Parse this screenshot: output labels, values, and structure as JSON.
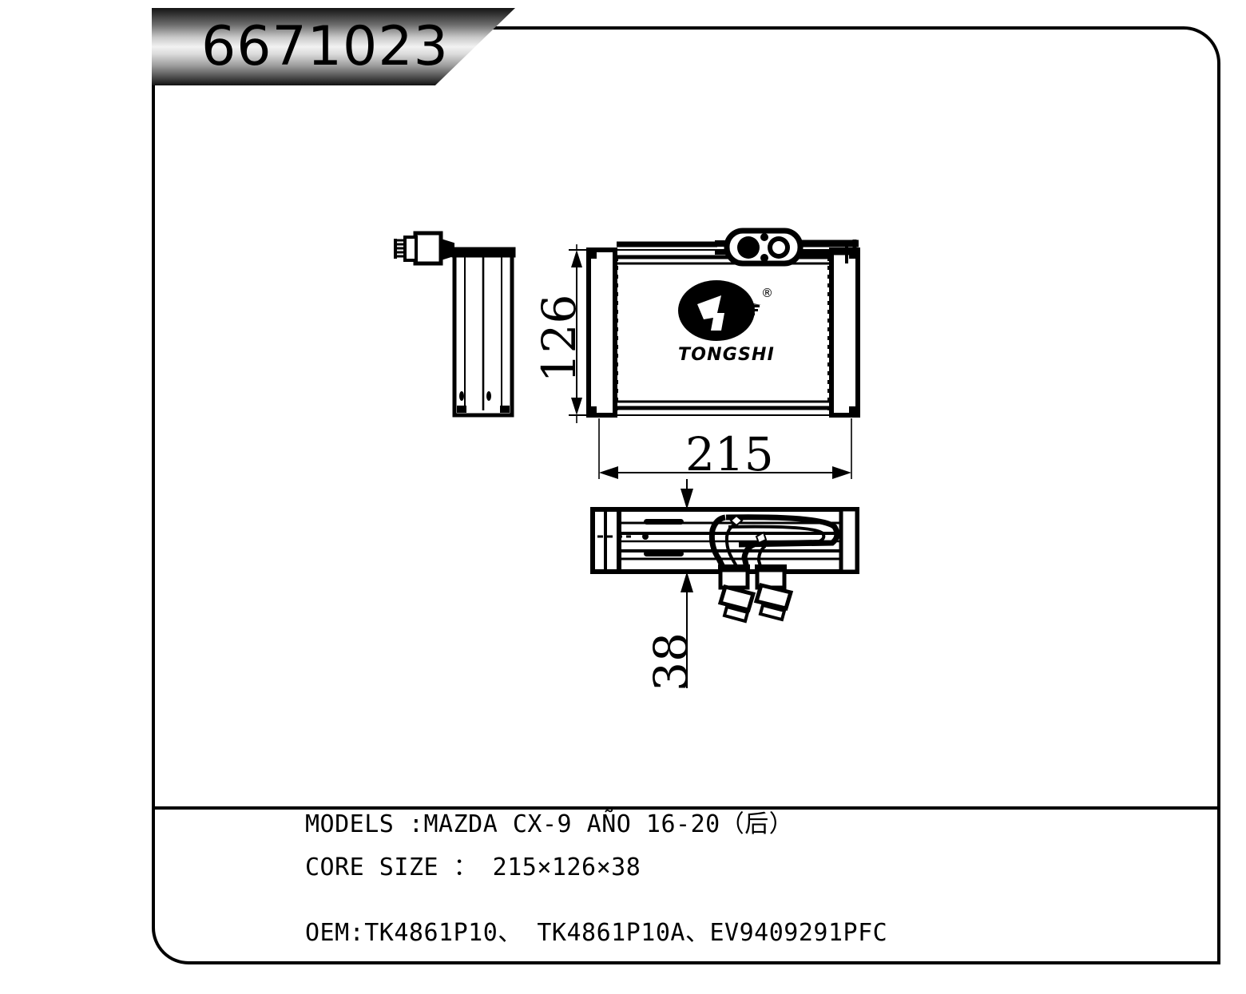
{
  "sheet": {
    "part_number": "6671023",
    "background": "#ffffff",
    "line_color": "#000000"
  },
  "brand": {
    "wordmark": "TONGSHI",
    "registered_mark": "®",
    "logo_icon": "tongshi-oval-logo"
  },
  "dimensions": {
    "width_label": "215",
    "height_label": "126",
    "depth_label": "38"
  },
  "specs": {
    "models": "MODELS :MAZDA CX-9 AÑO 16-20（后）",
    "core_size": "CORE SIZE ： 215×126×38",
    "oem": "OEM:TK4861P10、 TK4861P10A、EV9409291PFC"
  }
}
